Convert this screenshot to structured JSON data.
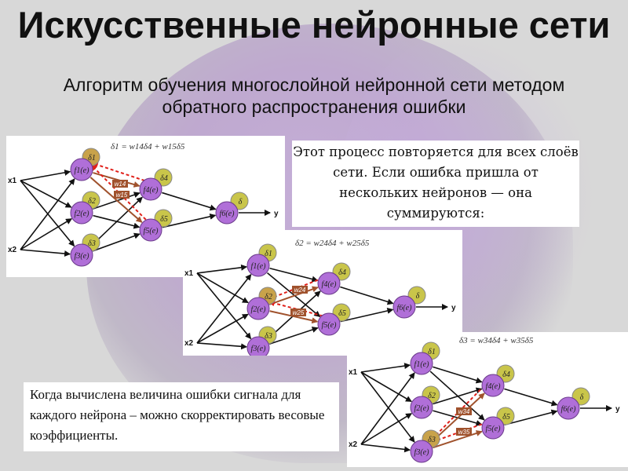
{
  "title": "Искусственные нейронные сети",
  "subtitle": "Алгоритм обучения многослойной нейронной сети методом обратного распространения ошибки",
  "note_top": "Этот процесс повторяется для всех слоёв сети. Если ошибка пришла от нескольких нейронов — она суммируются:",
  "note_bottom": "Когда вычислена величина ошибки сигнала для каждого нейрона – можно скорректировать весовые коэффициенты.",
  "diagrams": [
    {
      "formula": "δ1 = w14δ4 + w15δ5",
      "w_a": "w14",
      "w_b": "w15"
    },
    {
      "formula": "δ2 = w24δ4 + w25δ5",
      "w_a": "w24",
      "w_b": "w25"
    },
    {
      "formula": "δ3 = w34δ4 + w35δ5",
      "w_a": "w34",
      "w_b": "w35"
    }
  ],
  "labels": {
    "x1": "x1",
    "x2": "x2",
    "y": "y",
    "f1": "f1(e)",
    "f2": "f2(e)",
    "f3": "f3(e)",
    "f4": "f4(e)",
    "f5": "f5(e)",
    "f6": "f6(e)",
    "d1": "δ1",
    "d2": "δ2",
    "d3": "δ3",
    "d4": "δ4",
    "d5": "δ5",
    "d": "δ"
  },
  "colors": {
    "neuron": "#b06fd8",
    "delta_neuron": "#c9c54a",
    "active_delta": "#c8a24a",
    "arrow_red": "#e0201a",
    "arrow_brown": "#a0522d"
  }
}
